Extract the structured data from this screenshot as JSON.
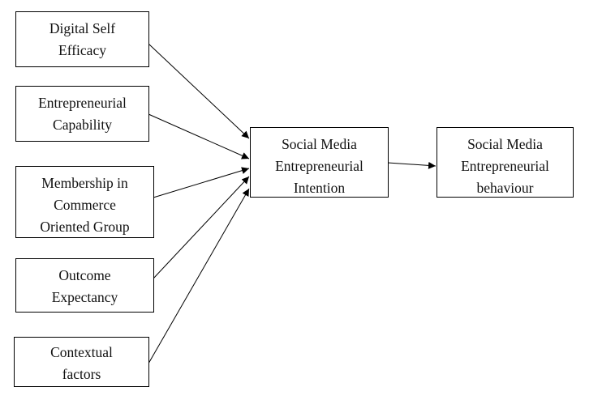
{
  "diagram": {
    "type": "conceptual-model",
    "nodes": {
      "digital_self_efficacy": {
        "lines": [
          "Digital Self",
          "Efficacy"
        ]
      },
      "entrepreneurial_capability": {
        "lines": [
          "Entrepreneurial",
          "Capability"
        ]
      },
      "membership_commerce_group": {
        "lines": [
          "Membership in",
          "Commerce",
          "Oriented Group"
        ]
      },
      "outcome_expectancy": {
        "lines": [
          "Outcome",
          "Expectancy"
        ]
      },
      "contextual_factors": {
        "lines": [
          "Contextual",
          "factors"
        ]
      },
      "sm_entrepreneurial_intention": {
        "lines": [
          "Social Media",
          "Entrepreneurial",
          "Intention"
        ]
      },
      "sm_entrepreneurial_behaviour": {
        "lines": [
          "Social Media",
          "Entrepreneurial",
          "behaviour"
        ]
      }
    },
    "edges": [
      {
        "from": "digital_self_efficacy",
        "to": "sm_entrepreneurial_intention"
      },
      {
        "from": "entrepreneurial_capability",
        "to": "sm_entrepreneurial_intention"
      },
      {
        "from": "membership_commerce_group",
        "to": "sm_entrepreneurial_intention"
      },
      {
        "from": "outcome_expectancy",
        "to": "sm_entrepreneurial_intention"
      },
      {
        "from": "contextual_factors",
        "to": "sm_entrepreneurial_intention"
      },
      {
        "from": "sm_entrepreneurial_intention",
        "to": "sm_entrepreneurial_behaviour"
      }
    ],
    "colors": {
      "stroke": "#000000",
      "background": "#ffffff",
      "text": "#111111"
    }
  }
}
